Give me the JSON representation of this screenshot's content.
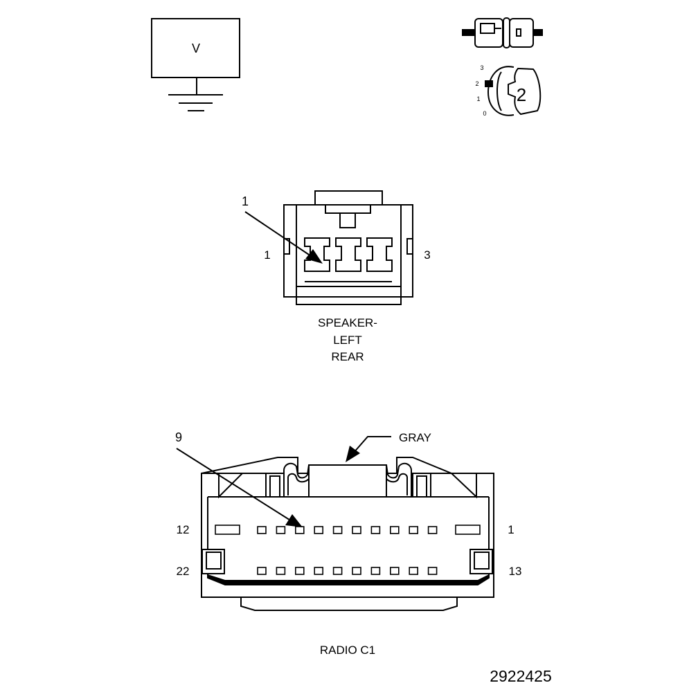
{
  "voltmeter": {
    "symbol": "V"
  },
  "ignition": {
    "positions": [
      "3",
      "2",
      "1",
      "0"
    ],
    "selected": "2"
  },
  "speaker_connector": {
    "callout": "1",
    "pin_left": "1",
    "pin_right": "3",
    "caption_lines": [
      "SPEAKER-",
      "LEFT",
      "REAR"
    ]
  },
  "radio_connector": {
    "callout": "9",
    "color_label": "GRAY",
    "pin_top_left": "12",
    "pin_top_right": "1",
    "pin_bottom_left": "22",
    "pin_bottom_right": "13",
    "caption": "RADIO C1"
  },
  "figure_id": "2922425",
  "colors": {
    "ink": "#000000",
    "paper": "#ffffff"
  }
}
